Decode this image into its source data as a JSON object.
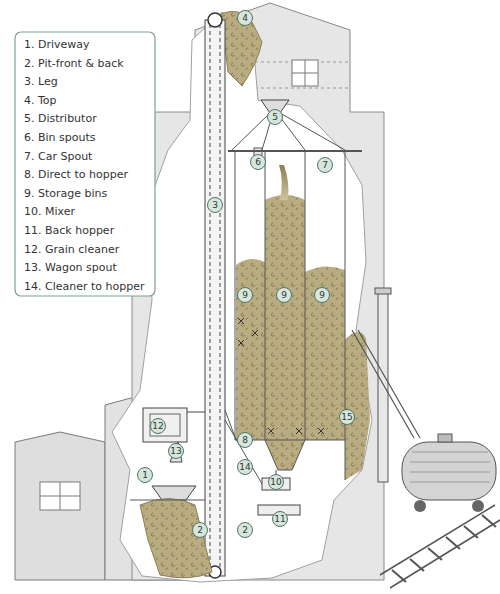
{
  "diagram": {
    "labels": [
      "1",
      "2",
      "2",
      "3",
      "4",
      "5",
      "6",
      "7",
      "8",
      "9",
      "9",
      "9",
      "10",
      "11",
      "12",
      "13",
      "14",
      "15"
    ],
    "legend": [
      {
        "text": "1. Driveway"
      },
      {
        "text": "2. Pit-front & back"
      },
      {
        "text": "3. Leg"
      },
      {
        "text": "4. Top"
      },
      {
        "text": "5. Distributor"
      },
      {
        "text": "6. Bin spouts"
      },
      {
        "text": "7. Car Spout"
      },
      {
        "text": "8. Direct to hopper"
      },
      {
        "text": "9. Storage bins"
      },
      {
        "text": "10. Mixer"
      },
      {
        "text": "11. Back hopper"
      },
      {
        "text": "12. Grain cleaner"
      },
      {
        "text": "13. Wagon spout"
      },
      {
        "text": "14. Cleaner to hopper"
      }
    ]
  }
}
